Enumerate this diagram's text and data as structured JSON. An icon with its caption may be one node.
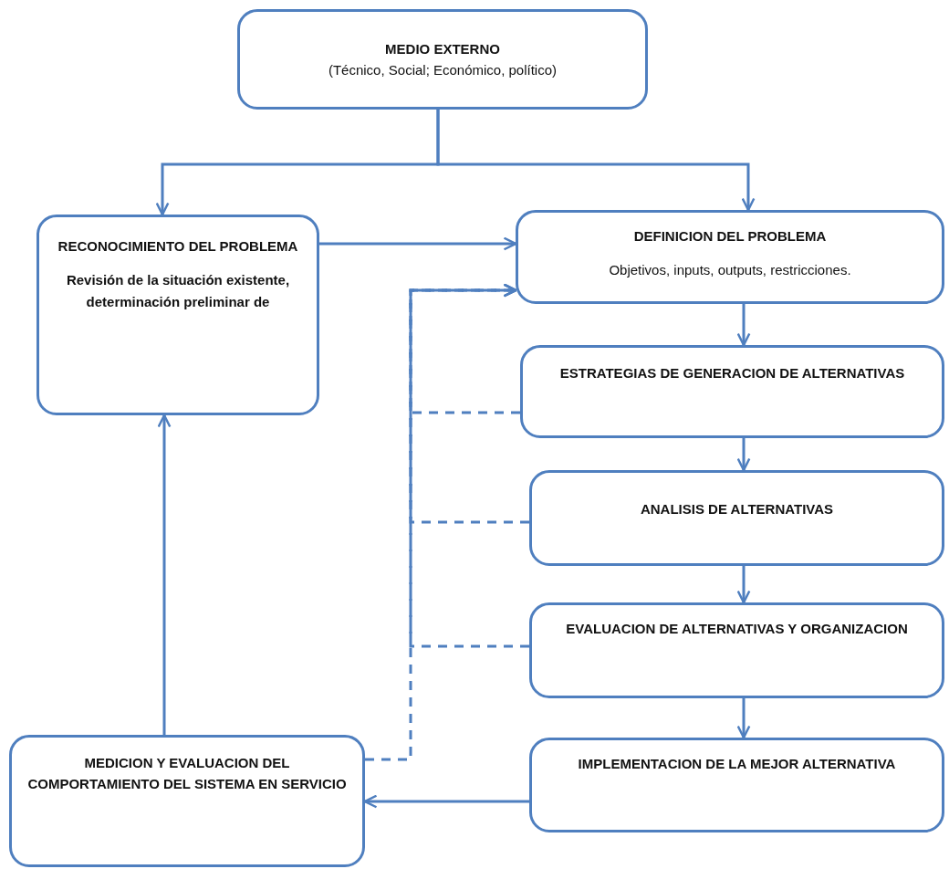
{
  "diagram": {
    "nodes": [
      {
        "text": [
          "MEDIO EXTERNO",
          "(Técnico, Social; Económico, político)"
        ]
      },
      {
        "text": [
          "RECONOCIMIENTO DEL PROBLEMA",
          "Revisión de la situación existente, determinación preliminar de"
        ]
      },
      {
        "text": [
          "DEFINICION DEL PROBLEMA",
          "Objetivos, inputs, outputs, restricciones."
        ]
      },
      {
        "text": [
          "ESTRATEGIAS DE GENERACION DE ALTERNATIVAS"
        ]
      },
      {
        "text": [
          "ANALISIS DE ALTERNATIVAS"
        ]
      },
      {
        "text": [
          "EVALUACION DE ALTERNATIVAS Y ORGANIZACION"
        ]
      },
      {
        "text": [
          "IMPLEMENTACION DE LA MEJOR ALTERNATIVA"
        ]
      },
      {
        "text": [
          "MEDICION Y EVALUACION DEL COMPORTAMIENTO DEL SISTEMA EN SERVICIO"
        ]
      }
    ],
    "edges": [
      {
        "from": 0,
        "to": 1,
        "arrow": "to"
      },
      {
        "from": 0,
        "to": 2,
        "arrow": "to"
      },
      {
        "from": 1,
        "to": 2,
        "arrow": "to"
      },
      {
        "from": 2,
        "to": 3,
        "arrow": "to"
      },
      {
        "from": 3,
        "to": 4,
        "arrow": "to"
      },
      {
        "from": 4,
        "to": 5,
        "arrow": "to"
      },
      {
        "from": 5,
        "to": 6,
        "arrow": "to"
      },
      {
        "from": 6,
        "to": 7,
        "arrow": "to"
      },
      {
        "from": 7,
        "to": 1,
        "arrow": "to"
      },
      {
        "from": 7,
        "to": 2,
        "arrow": "to",
        "style": "dashed"
      },
      {
        "from": 3,
        "to": 2,
        "arrow": "to",
        "style": "dashed"
      },
      {
        "from": 4,
        "to": 2,
        "arrow": "to",
        "style": "dashed"
      },
      {
        "from": 5,
        "to": 2,
        "arrow": "to",
        "style": "dashed"
      }
    ]
  }
}
